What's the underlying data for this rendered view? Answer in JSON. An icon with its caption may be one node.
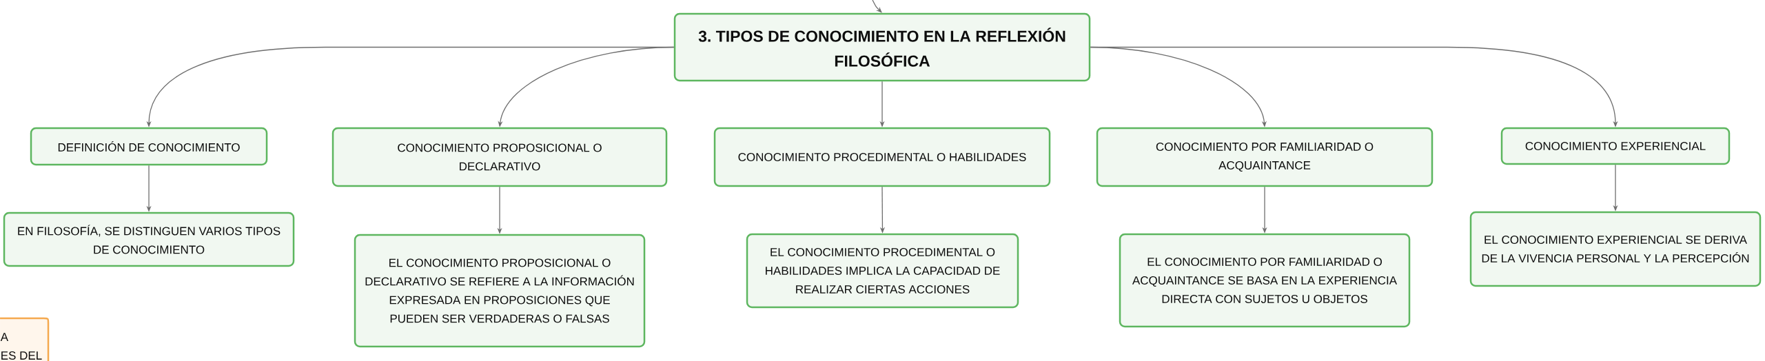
{
  "diagram": {
    "nodes": [
      {
        "text": [
          "3. TIPOS DE CONOCIMIENTO EN LA REFLEXIÓN FILOSÓFICA"
        ]
      },
      {
        "text": [
          "DEFINICIÓN DE CONOCIMIENTO"
        ]
      },
      {
        "text": [
          "CONOCIMIENTO PROPOSICIONAL O DECLARATIVO"
        ]
      },
      {
        "text": [
          "CONOCIMIENTO PROCEDIMENTAL O HABILIDADES"
        ]
      },
      {
        "text": [
          "CONOCIMIENTO POR FAMILIARIDAD O ACQUAINTANCE"
        ]
      },
      {
        "text": [
          "CONOCIMIENTO EXPERIENCIAL"
        ]
      },
      {
        "text": [
          "EN FILOSOFÍA, SE DISTINGUEN VARIOS TIPOS DE CONOCIMIENTO"
        ]
      },
      {
        "text": [
          "EL CONOCIMIENTO PROPOSICIONAL O DECLARATIVO SE REFIERE A LA INFORMACIÓN EXPRESADA EN PROPOSICIONES QUE PUEDEN SER VERDADERAS O FALSAS"
        ]
      },
      {
        "text": [
          "EL CONOCIMIENTO PROCEDIMENTAL O HABILIDADES IMPLICA LA CAPACIDAD DE REALIZAR CIERTAS ACCIONES"
        ]
      },
      {
        "text": [
          "EL CONOCIMIENTO POR FAMILIARIDAD O ACQUAINTANCE SE BASA EN LA EXPERIENCIA DIRECTA CON SUJETOS U OBJETOS"
        ]
      },
      {
        "text": [
          "EL CONOCIMIENTO EXPERIENCIAL SE DERIVA DE LA VIVENCIA PERSONAL Y LA PERCEPCIÓN"
        ]
      },
      {
        "text": [
          "A ES DEL"
        ]
      }
    ],
    "edges": [
      {
        "from": null,
        "to": 0,
        "arrow": "to"
      },
      {
        "from": 0,
        "to": 1,
        "arrow": "to"
      },
      {
        "from": 0,
        "to": 2,
        "arrow": "to"
      },
      {
        "from": 0,
        "to": 3,
        "arrow": "to"
      },
      {
        "from": 0,
        "to": 4,
        "arrow": "to"
      },
      {
        "from": 0,
        "to": 5,
        "arrow": "to"
      },
      {
        "from": 1,
        "to": 6,
        "arrow": "to"
      },
      {
        "from": 2,
        "to": 7,
        "arrow": "to"
      },
      {
        "from": 3,
        "to": 8,
        "arrow": "to"
      },
      {
        "from": 4,
        "to": 9,
        "arrow": "to"
      },
      {
        "from": 5,
        "to": 10,
        "arrow": "to"
      }
    ]
  }
}
